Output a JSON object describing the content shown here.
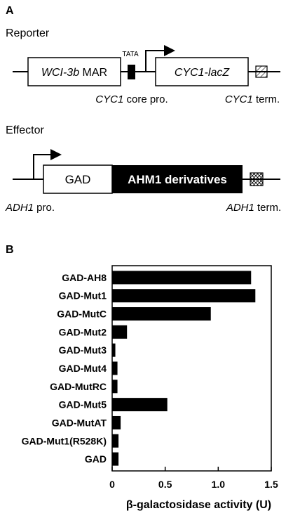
{
  "panel_a": {
    "panel_label": "A",
    "reporter": {
      "heading": "Reporter",
      "mar_italic": "WCI-3b",
      "mar_rest": " MAR",
      "tata": "TATA",
      "cyc1_lacz": "CYC1-lacZ",
      "core_italic": "CYC1",
      "core_rest": " core pro.",
      "term_italic": "CYC1",
      "term_rest": " term."
    },
    "effector": {
      "heading": "Effector",
      "gad": "GAD",
      "ahm1": "AHM1 derivatives",
      "pro_italic": "ADH1",
      "pro_rest": " pro.",
      "term_italic": "ADH1",
      "term_rest": " term."
    }
  },
  "panel_b": {
    "panel_label": "B"
  },
  "chart_data": {
    "type": "bar",
    "orientation": "horizontal",
    "categories": [
      "GAD-AH8",
      "GAD-Mut1",
      "GAD-MutC",
      "GAD-Mut2",
      "GAD-Mut3",
      "GAD-Mut4",
      "GAD-MutRC",
      "GAD-Mut5",
      "GAD-MutAT",
      "GAD-Mut1(R528K)",
      "GAD"
    ],
    "values": [
      1.31,
      1.35,
      0.93,
      0.14,
      0.03,
      0.05,
      0.05,
      0.52,
      0.08,
      0.06,
      0.06
    ],
    "xlabel": "β-galactosidase activity (U)",
    "xlim": [
      0,
      1.5
    ],
    "ticks": [
      0,
      0.5,
      1.0,
      1.5
    ],
    "tick_labels": [
      "0",
      "0.5",
      "1.0",
      "1.5"
    ],
    "bar_color": "#000000",
    "grid": false
  }
}
